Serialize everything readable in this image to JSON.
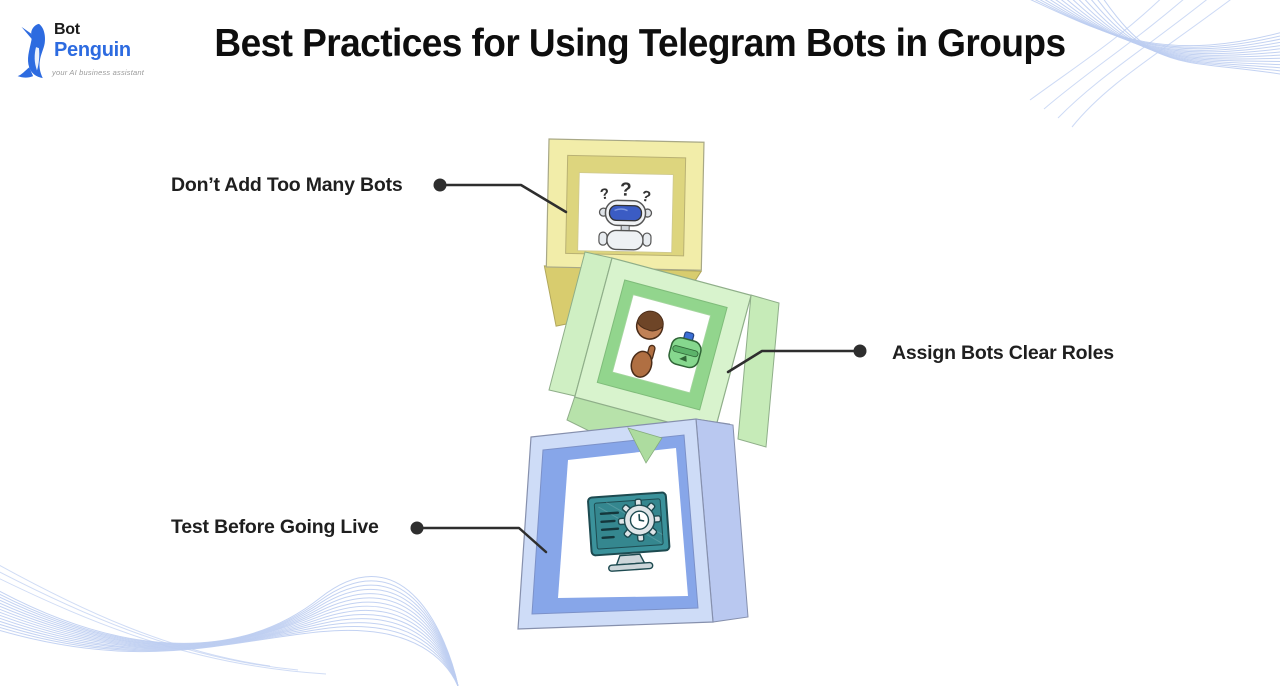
{
  "page": {
    "title": "Best Practices for Using Telegram Bots in Groups"
  },
  "logo": {
    "name_top": "Bot",
    "name_bottom": "Penguin",
    "tagline": "your AI business assistant",
    "penguin_color": "#2d6be0"
  },
  "items": [
    {
      "label": "Don’t Add Too Many Bots",
      "side": "left",
      "box_color": "#f2eda9",
      "frame_color": "#ddd57e",
      "icon": "confused-robot-icon"
    },
    {
      "label": "Assign Bots Clear Roles",
      "side": "right",
      "box_color": "#d8f3cd",
      "frame_color": "#92d58d",
      "icon": "person-assigning-robot-icon"
    },
    {
      "label": "Test Before Going Live",
      "side": "left",
      "box_color": "#cedcf7",
      "frame_color": "#87a6e9",
      "icon": "monitor-testing-icon"
    }
  ],
  "icons": {
    "question_marks": [
      "?",
      "?",
      "?"
    ]
  },
  "decor": {
    "wave_color": "#bccdf1",
    "connector_color": "#2e2e2e"
  }
}
